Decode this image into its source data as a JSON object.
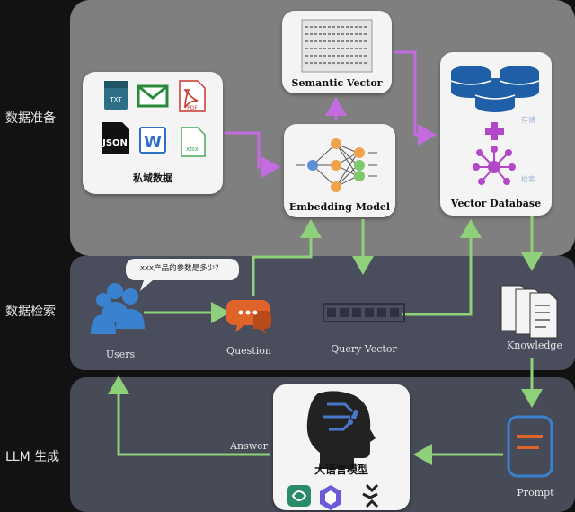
{
  "sections": {
    "prep": "数据准备",
    "retrieval": "数据检索",
    "generation": "LLM 生成"
  },
  "private_data": {
    "label": "私域数据",
    "file_badges": {
      "txt": "TXT",
      "pdf": "PDF",
      "json": "JSON",
      "word": "W",
      "xlsx": "xlsx"
    }
  },
  "semantic_vector": {
    "label": "Semantic Vector"
  },
  "embedding_model": {
    "label": "Embedding Model"
  },
  "vector_database": {
    "label": "Vector Database",
    "store_tag": "存储",
    "search_tag": "检索"
  },
  "users": {
    "label": "Users"
  },
  "question": {
    "label": "Question",
    "bubble_text": "xxx产品的参数是多少?"
  },
  "query_vector": {
    "label": "Query Vector"
  },
  "knowledge": {
    "label": "Knowledge"
  },
  "prompt": {
    "label": "Prompt"
  },
  "llm": {
    "label": "大语言模型"
  },
  "answer": {
    "label": "Answer"
  },
  "colors": {
    "green_arrow": "#8fd17a",
    "purple_arrow": "#c46be0",
    "db_blue": "#1f5fa8",
    "accent_orange": "#e0642a"
  }
}
